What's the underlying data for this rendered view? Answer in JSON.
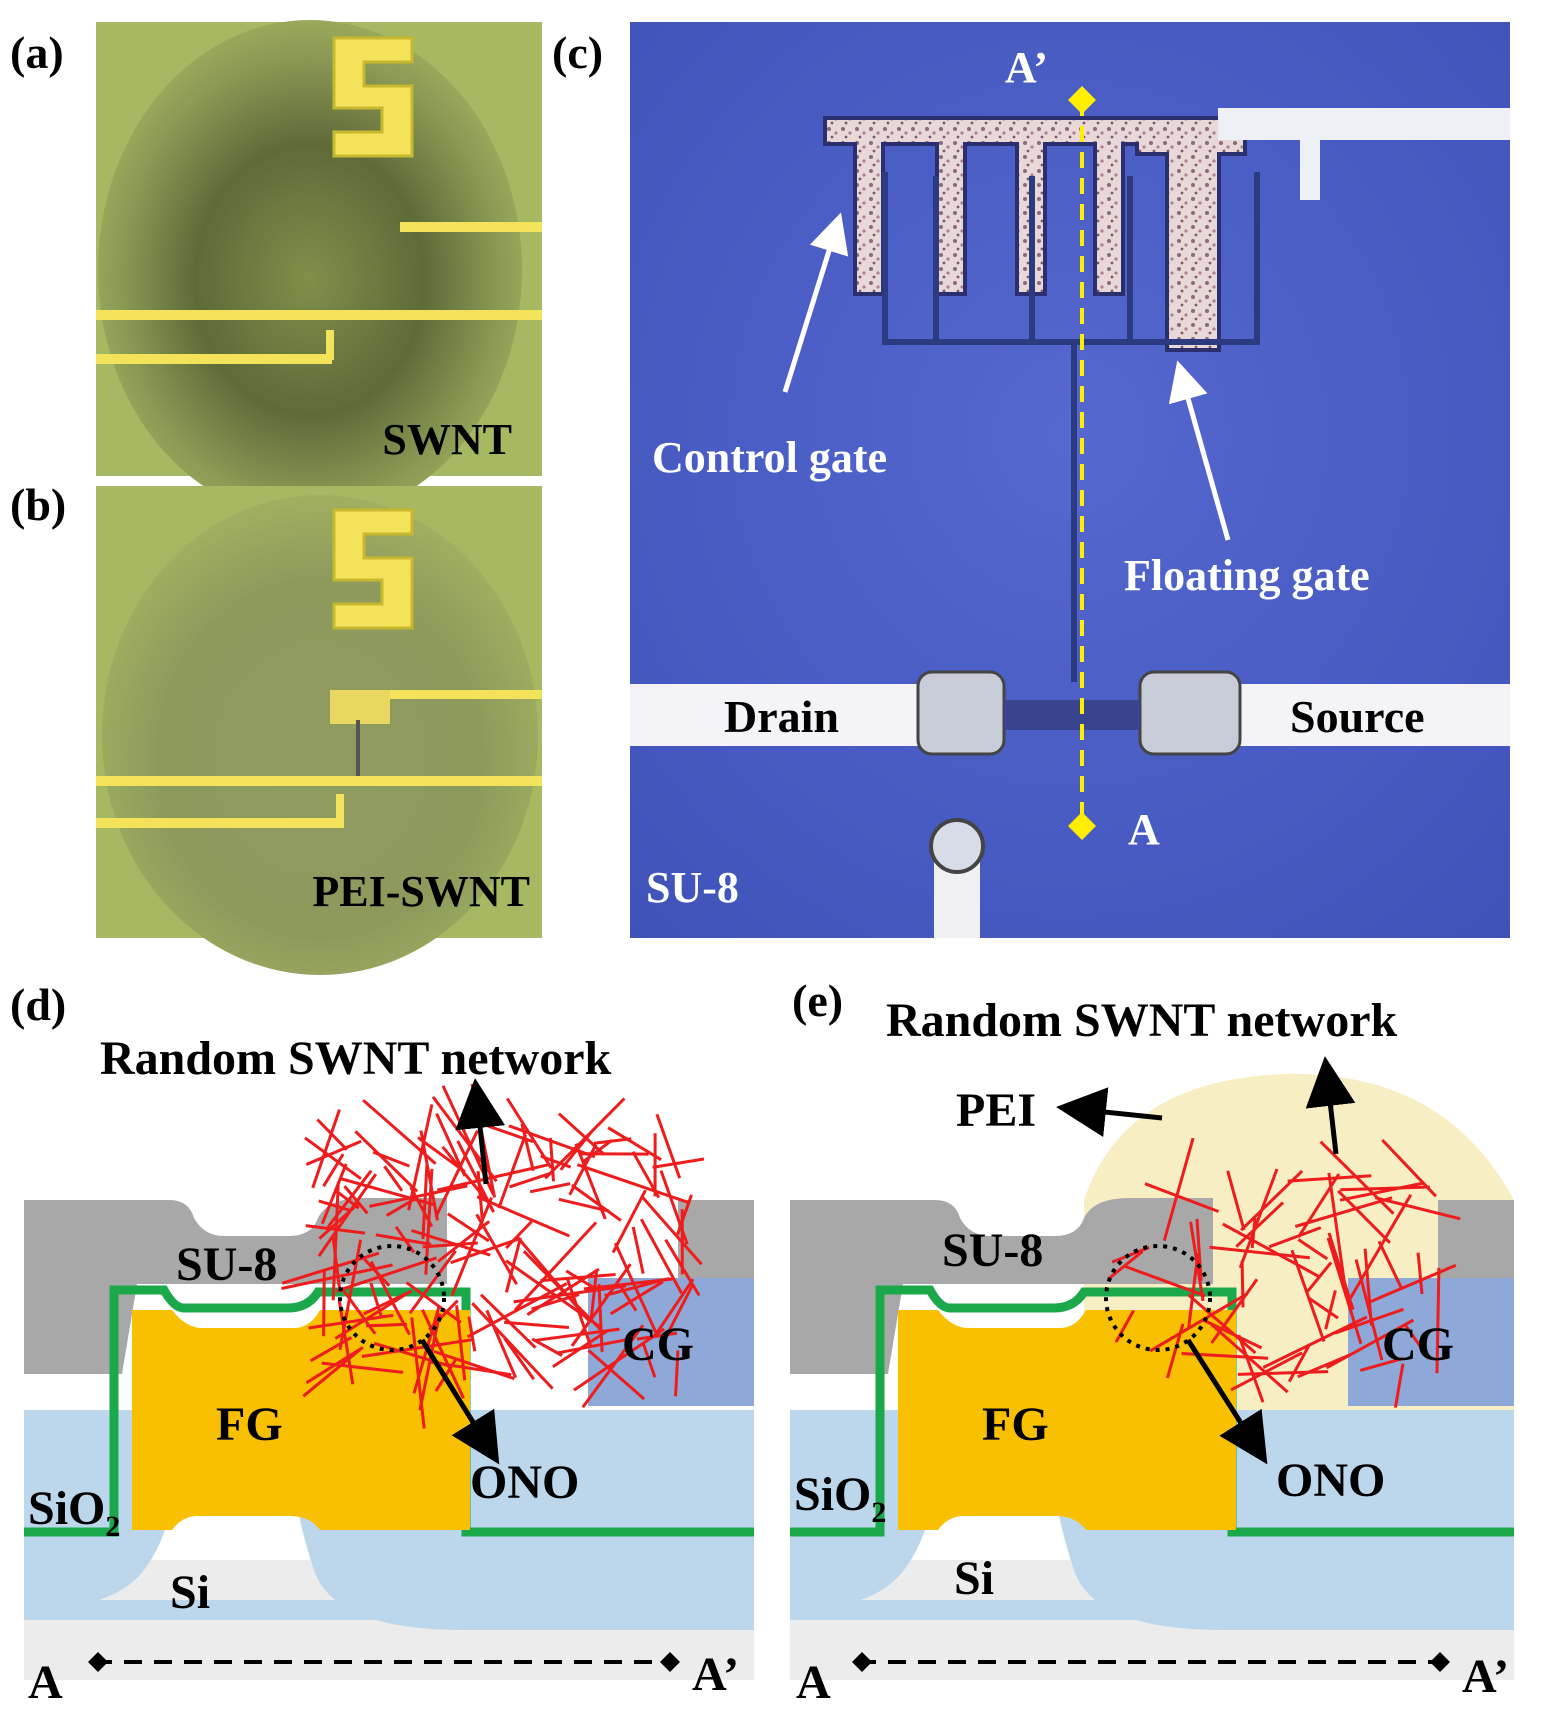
{
  "panels": {
    "a": {
      "tag": "(a)",
      "label": "SWNT",
      "pad": "5"
    },
    "b": {
      "tag": "(b)",
      "label": "PEI-SWNT",
      "pad": "5"
    },
    "c": {
      "tag": "(c)",
      "control_gate": "Control gate",
      "floating_gate": "Floating gate",
      "drain": "Drain",
      "source": "Source",
      "substrate": "SU-8",
      "cut_start": "A",
      "cut_end": "A’"
    },
    "d": {
      "tag": "(d)",
      "network": "Random SWNT network",
      "su8": "SU-8",
      "fg": "FG",
      "cg": "CG",
      "sio2": "SiO",
      "sio2_sub": "2",
      "ono": "ONO",
      "si": "Si",
      "axis_start": "A",
      "axis_end": "A’"
    },
    "e": {
      "tag": "(e)",
      "network": "Random SWNT network",
      "pei": "PEI",
      "su8": "SU-8",
      "fg": "FG",
      "cg": "CG",
      "sio2": "SiO",
      "sio2_sub": "2",
      "ono": "ONO",
      "si": "Si",
      "axis_start": "A",
      "axis_end": "A’"
    }
  },
  "colors": {
    "photo_green": "#9fb25a",
    "gold_electrode": "#f0e060",
    "blue_substrate": "#4b5fc8",
    "su8_gray": "#a8a8a8",
    "fg_orange": "#f8c000",
    "cg_blue": "#8ea8d8",
    "sio2_blue": "#bcd6ec",
    "si_gray": "#ececec",
    "ono_green": "#1aa84a",
    "swnt_red": "#ee1c1c",
    "pei_cream": "#f8eec4",
    "cut_line_yellow": "#ffee00"
  }
}
